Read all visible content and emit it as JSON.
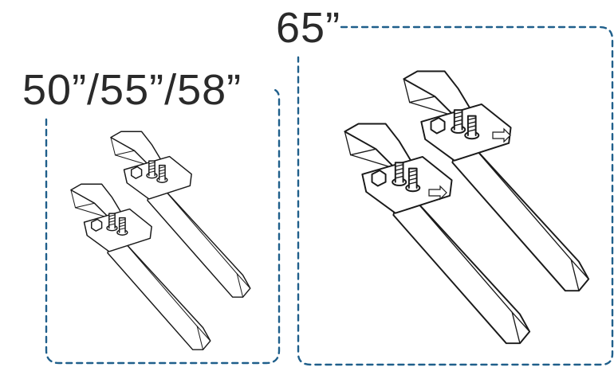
{
  "groups": [
    {
      "label": "50”/55”/58”",
      "stand_count": 2
    },
    {
      "label": "65”",
      "stand_count": 2
    }
  ],
  "colors": {
    "frame": "#1f5f8b",
    "line": "#1a1a1a",
    "text": "#2a2a2a"
  },
  "icons": [
    "stand-foot-icon",
    "screw-icon",
    "arrow-icon"
  ]
}
